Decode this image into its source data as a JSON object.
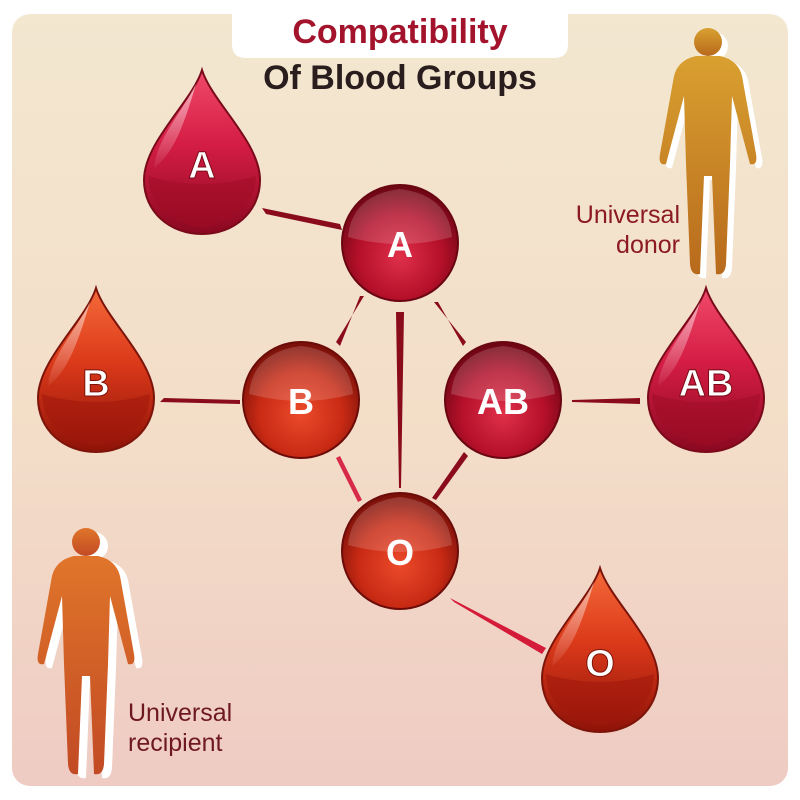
{
  "title": {
    "line1": "Compatibility",
    "line2": "Of Blood Groups"
  },
  "captions": {
    "universal_donor": [
      "Universal",
      "donor"
    ],
    "universal_recipient": [
      "Universal",
      "recipient"
    ]
  },
  "blood_groups": {
    "a": "A",
    "b": "B",
    "ab": "AB",
    "o": "O"
  },
  "colors": {
    "title_accent": "#a3142c",
    "title_dark": "#2a1d1d",
    "blood_red": "#c4102a",
    "blood_orange": "#d83418",
    "background_top": "#f3e6cf",
    "background_bottom": "#f0cdc5"
  },
  "icons": [
    "blood-drop-icon",
    "person-silhouette-icon"
  ]
}
